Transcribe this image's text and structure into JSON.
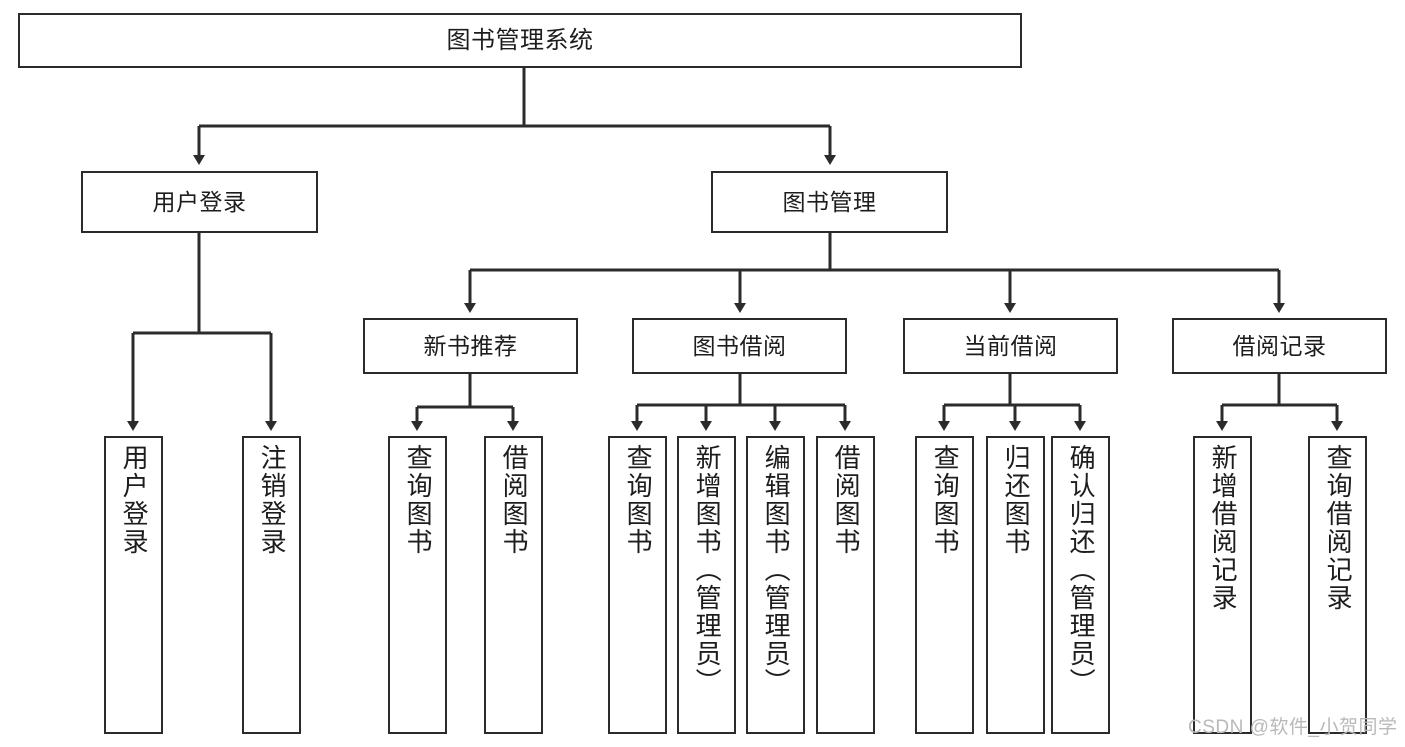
{
  "diagram": {
    "title": "图书管理系统",
    "type": "tree-hierarchy-chart",
    "watermark": "CSDN @软件_小贺同学",
    "colors": {
      "stroke": "#2b2b2b",
      "background": "#ffffff",
      "text": "#1d1d1d",
      "watermark": "#b9b9b9"
    },
    "levels": {
      "root": {
        "label": "图书管理系统"
      },
      "level2": [
        {
          "label": "用户登录"
        },
        {
          "label": "图书管理"
        }
      ],
      "level3": [
        {
          "label": "新书推荐"
        },
        {
          "label": "图书借阅"
        },
        {
          "label": "当前借阅"
        },
        {
          "label": "借阅记录"
        }
      ],
      "leaves": {
        "user_login": [
          {
            "label": "用户登录"
          },
          {
            "label": "注销登录"
          }
        ],
        "new_book_recommend": [
          {
            "label": "查询图书"
          },
          {
            "label": "借阅图书"
          }
        ],
        "book_borrow": [
          {
            "label": "查询图书"
          },
          {
            "label": "新增图书（管理员）"
          },
          {
            "label": "编辑图书（管理员）"
          },
          {
            "label": "借阅图书"
          }
        ],
        "current_borrow": [
          {
            "label": "查询图书"
          },
          {
            "label": "归还图书"
          },
          {
            "label": "确认归还（管理员）"
          }
        ],
        "borrow_record": [
          {
            "label": "新增借阅记录"
          },
          {
            "label": "查询借阅记录"
          }
        ]
      }
    }
  }
}
